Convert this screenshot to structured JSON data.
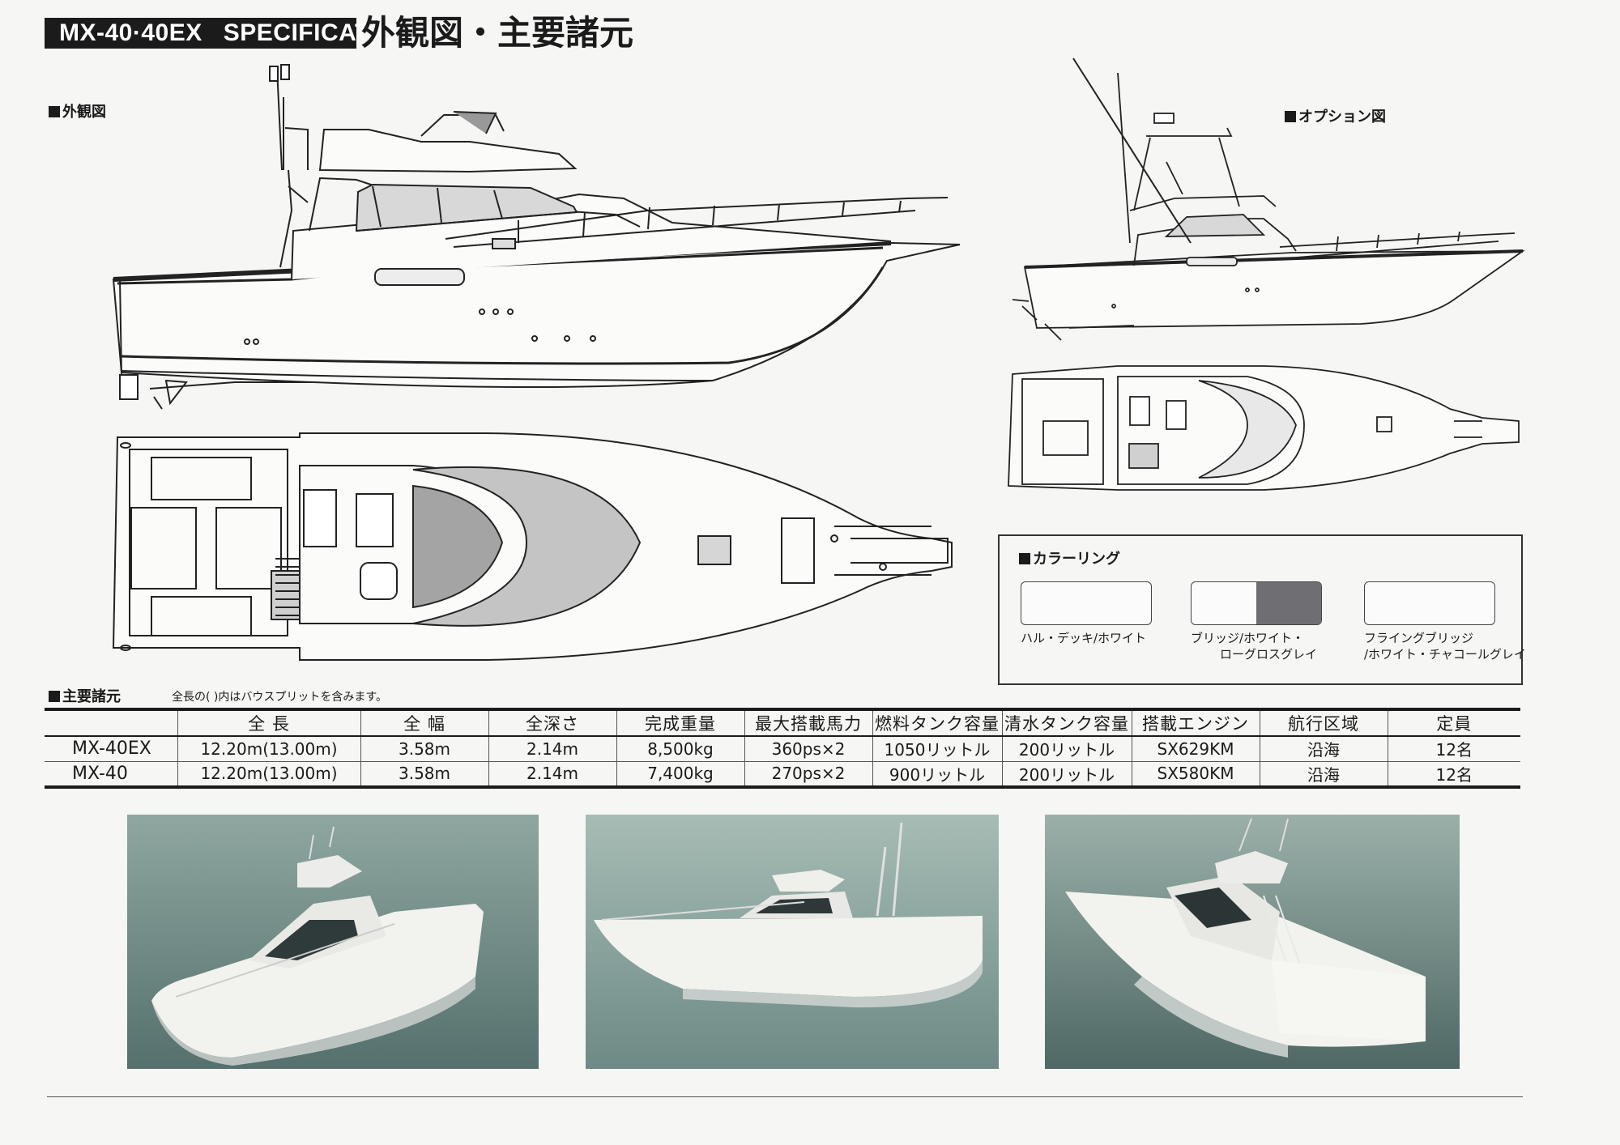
{
  "header": {
    "model": "MX-40·40EX",
    "spec_word": "SPECIFICATION",
    "title": "外観図・主要諸元"
  },
  "sections": {
    "exterior": "外観図",
    "option": "オプション図",
    "color": "カラーリング",
    "specs": "主要諸元"
  },
  "colorings": [
    {
      "label": "ハル・デッキ/ホワイト",
      "colors": [
        "#fbfbfb"
      ]
    },
    {
      "label_line1": "ブリッジ/ホワイト・",
      "label_line2": "ローグロスグレイ",
      "colors": [
        "#fbfbfb",
        "#6f6f73"
      ]
    },
    {
      "label_line1": "フライングブリッジ",
      "label_line2": "/ホワイト・チャコールグレイ",
      "colors": [
        "#fbfbfb"
      ]
    }
  ],
  "spec_note": "全長の( )内はバウスプリットを含みます。",
  "spec_table": {
    "headers": [
      "全 長",
      "全 幅",
      "全深さ",
      "完成重量",
      "最大搭載馬力",
      "燃料タンク容量",
      "清水タンク容量",
      "搭載エンジン",
      "航行区域",
      "定員"
    ],
    "rows": [
      {
        "model": "MX-40EX",
        "cells": [
          "12.20m(13.00m)",
          "3.58m",
          "2.14m",
          "8,500kg",
          "360ps×2",
          "1050リットル",
          "200リットル",
          "SX629KM",
          "沿海",
          "12名"
        ]
      },
      {
        "model": "MX-40",
        "cells": [
          "12.20m(13.00m)",
          "3.58m",
          "2.14m",
          "7,400kg",
          "270ps×2",
          "900リットル",
          "200リットル",
          "SX580KM",
          "沿海",
          "12名"
        ]
      }
    ]
  },
  "colors": {
    "ink": "#1b1b1b",
    "water_light": "#9fb6ae",
    "water_dark": "#4f6a68",
    "hull_white": "#f2f2ee"
  },
  "photos": [
    {
      "icon": "boat-photo-bow-quarter"
    },
    {
      "icon": "boat-photo-side"
    },
    {
      "icon": "boat-photo-stern-quarter"
    }
  ]
}
